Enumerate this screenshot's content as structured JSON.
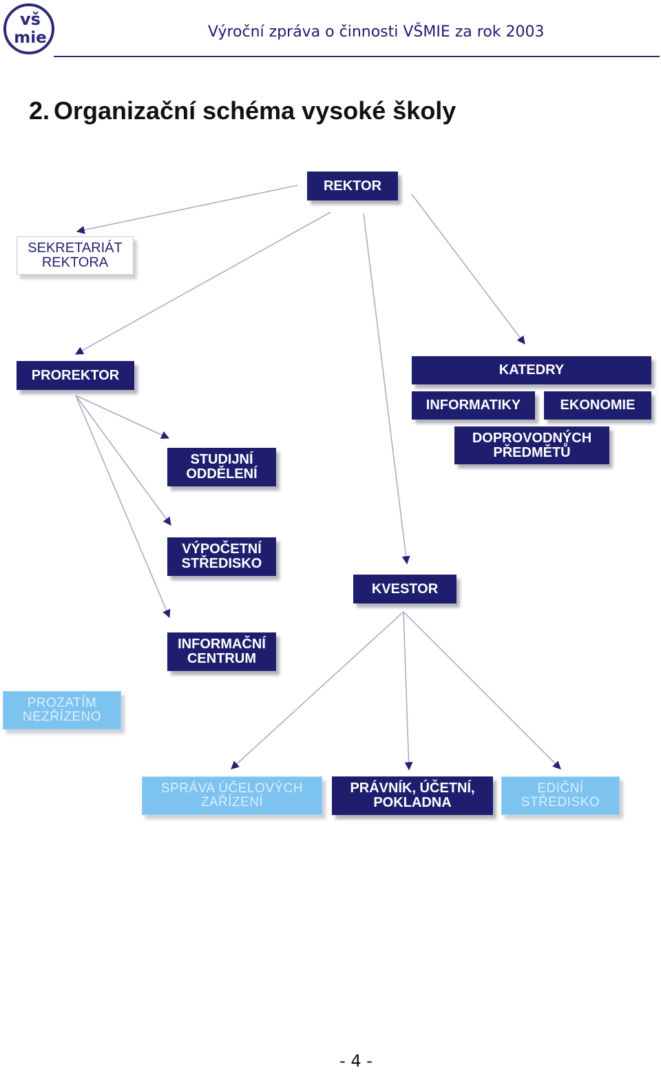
{
  "header": {
    "logo_text_top": "vš",
    "logo_text_bottom": "mie",
    "title": "Výroční zpráva o činnosti VŠMIE za rok 2003"
  },
  "heading": {
    "number": "2.",
    "text": "Organizační schéma vysoké školy"
  },
  "org_chart": {
    "rektor": "REKTOR",
    "sekretariat": "SEKRETARIÁT\nREKTORA",
    "prorektor": "PROREKTOR",
    "katedry": "KATEDRY",
    "informatiky": "INFORMATIKY",
    "ekonomie": "EKONOMIE",
    "doprovodnych": "DOPROVODNÝCH\nPŘEDMĚTŮ",
    "studijni": "STUDIJNÍ\nODDĚLENÍ",
    "vypocetni": "VÝPOČETNÍ\nSTŘEDISKO",
    "kvestor": "KVESTOR",
    "informacni": "INFORMAČNÍ\nCENTRUM",
    "prozatim": "PROZATÍM\nNEZŘÍZENO",
    "sprava": "SPRÁVA ÚČELOVÝCH\nZAŘÍZENÍ",
    "pravnik": "PRÁVNÍK, ÚČETNÍ,\nPOKLADNA",
    "edicni": "EDIČNÍ\nSTŘEDISKO"
  },
  "colors": {
    "dark_box": "#1f1e6e",
    "light_box": "#7cc3f0",
    "connector": "#a9acc8",
    "arrowhead": "#23236e"
  },
  "footer": {
    "page_number": "- 4 -"
  }
}
